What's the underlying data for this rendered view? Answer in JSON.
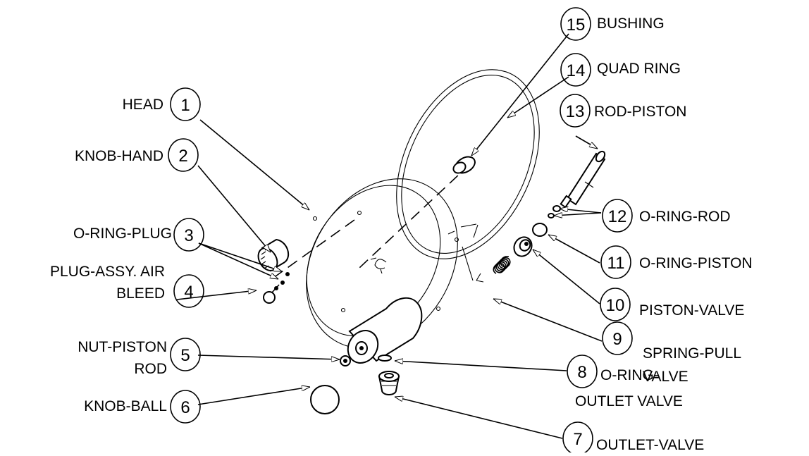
{
  "parts": [
    {
      "id": "1",
      "number": "1",
      "label": "HEAD"
    },
    {
      "id": "2",
      "number": "2",
      "label": "KNOB-HAND"
    },
    {
      "id": "3",
      "number": "3",
      "label": "O-RING-PLUG"
    },
    {
      "id": "4",
      "number": "4",
      "label_lines": [
        "PLUG-ASSY. AIR",
        "BLEED"
      ]
    },
    {
      "id": "5",
      "number": "5",
      "label_lines": [
        "NUT-PISTON",
        "ROD"
      ]
    },
    {
      "id": "6",
      "number": "6",
      "label": "KNOB-BALL"
    },
    {
      "id": "7",
      "number": "7",
      "label": "OUTLET-VALVE"
    },
    {
      "id": "8",
      "number": "8",
      "label_lines": [
        "O-RING-",
        "OUTLET VALVE"
      ]
    },
    {
      "id": "9",
      "number": "9",
      "label_lines": [
        "SPRING-PULL",
        "VALVE"
      ]
    },
    {
      "id": "10",
      "number": "10",
      "label": "PISTON-VALVE"
    },
    {
      "id": "11",
      "number": "11",
      "label": "O-RING-PISTON"
    },
    {
      "id": "12",
      "number": "12",
      "label": "O-RING-ROD"
    },
    {
      "id": "13",
      "number": "13",
      "label": "ROD-PISTON"
    },
    {
      "id": "14",
      "number": "14",
      "label": "QUAD RING"
    },
    {
      "id": "15",
      "number": "15",
      "label": "BUSHING"
    }
  ]
}
